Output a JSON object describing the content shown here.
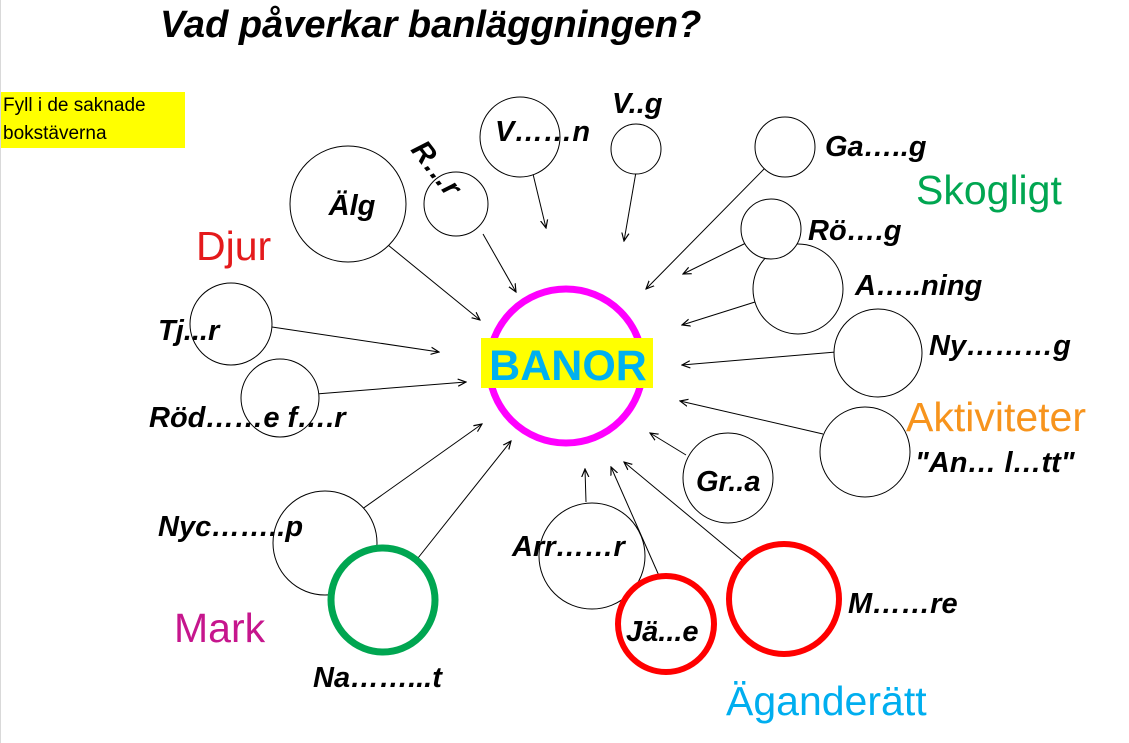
{
  "title": "Vad påverkar banläggningen?",
  "instruction": "Fyll i de saknade bokstäverna",
  "center": {
    "label": "BANOR",
    "ring_color": "#ff00ff",
    "highlight": "#ffff00",
    "text_color": "#00b0f0"
  },
  "categories": {
    "djur": {
      "label": "Djur",
      "color": "#e41a1c"
    },
    "skogligt": {
      "label": "Skogligt",
      "color": "#00a651"
    },
    "aktiviteter": {
      "label": "Aktiviteter",
      "color": "#f7941d"
    },
    "mark": {
      "label": "Mark",
      "color": "#c6168d"
    },
    "aganderatt": {
      "label": "Äganderätt",
      "color": "#00aeef"
    }
  },
  "words": {
    "alg": "Älg",
    "ravar": "R…r",
    "viltstrak": "V……n",
    "vag": "V..g",
    "gallring": "Ga…..g",
    "rojning": "Rö….g",
    "avverkning": "A…..ning",
    "nyplantering": "Ny………g",
    "annat_lopp": "\"An… l…tt\"",
    "grova": "Gr..a",
    "tjader": "Tj...r",
    "rodlistade": "Röd……e f….r",
    "nyckelbiotop": "Nyc……..p",
    "naturreservat": "Na……...t",
    "arrendator": "Arr……r",
    "jagare": "Jä...e",
    "markagare": "M……re"
  },
  "highlight_colors": {
    "green": "#00a651",
    "red": "#ff0000"
  }
}
